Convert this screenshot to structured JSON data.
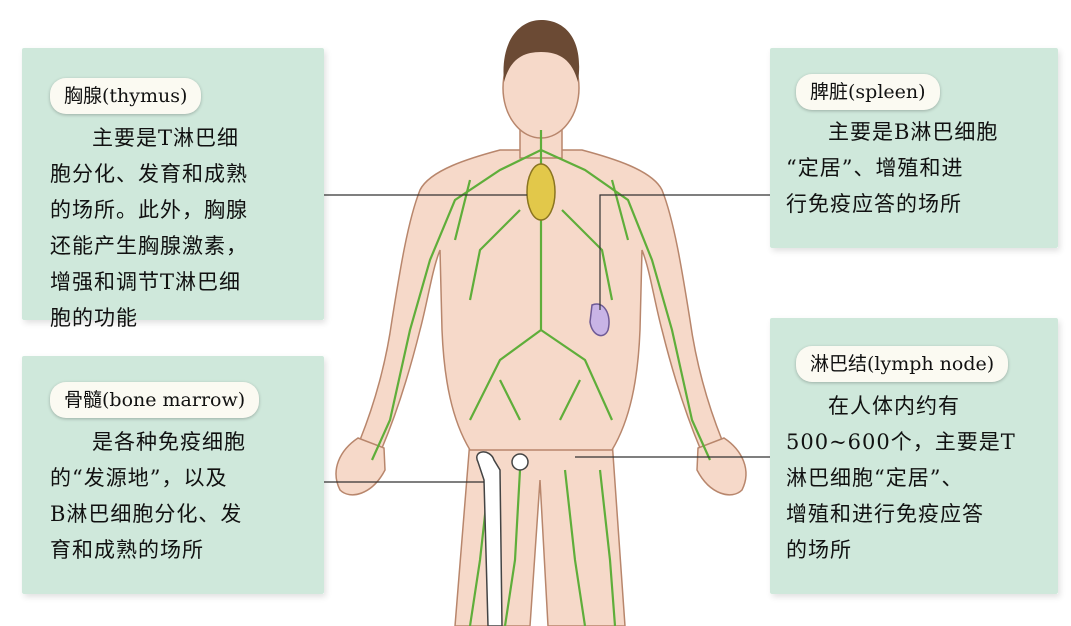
{
  "organs": {
    "thymus": {
      "title": "胸腺(thymus)",
      "lines": [
        "主要是T淋巴细",
        "胞分化、发育和成熟",
        "的场所。此外，胸腺",
        "还能产生胸腺激素，",
        "增强和调节T淋巴细",
        "胞的功能"
      ]
    },
    "bone_marrow": {
      "title": "骨髓(bone marrow)",
      "lines": [
        "是各种免疫细胞",
        "的“发源地”，以及",
        "B淋巴细胞分化、发",
        "育和成熟的场所"
      ]
    },
    "spleen": {
      "title": "脾脏(spleen)",
      "lines": [
        "主要是B淋巴细胞",
        "“定居”、增殖和进",
        "行免疫应答的场所"
      ]
    },
    "lymph_node": {
      "title": "淋巴结(lymph node)",
      "lines": [
        "在人体内约有",
        "500~600个，主要是T",
        "淋巴细胞“定居”、",
        "增殖和进行免疫应答",
        "的场所"
      ]
    }
  },
  "colors": {
    "box_bg": "#cfe8db",
    "skin": "#f6d9c9",
    "lymph_vessel": "#5fae3a",
    "thymus": "#e2c84a",
    "spleen": "#c8b4e6",
    "hair": "#6b4a34"
  }
}
